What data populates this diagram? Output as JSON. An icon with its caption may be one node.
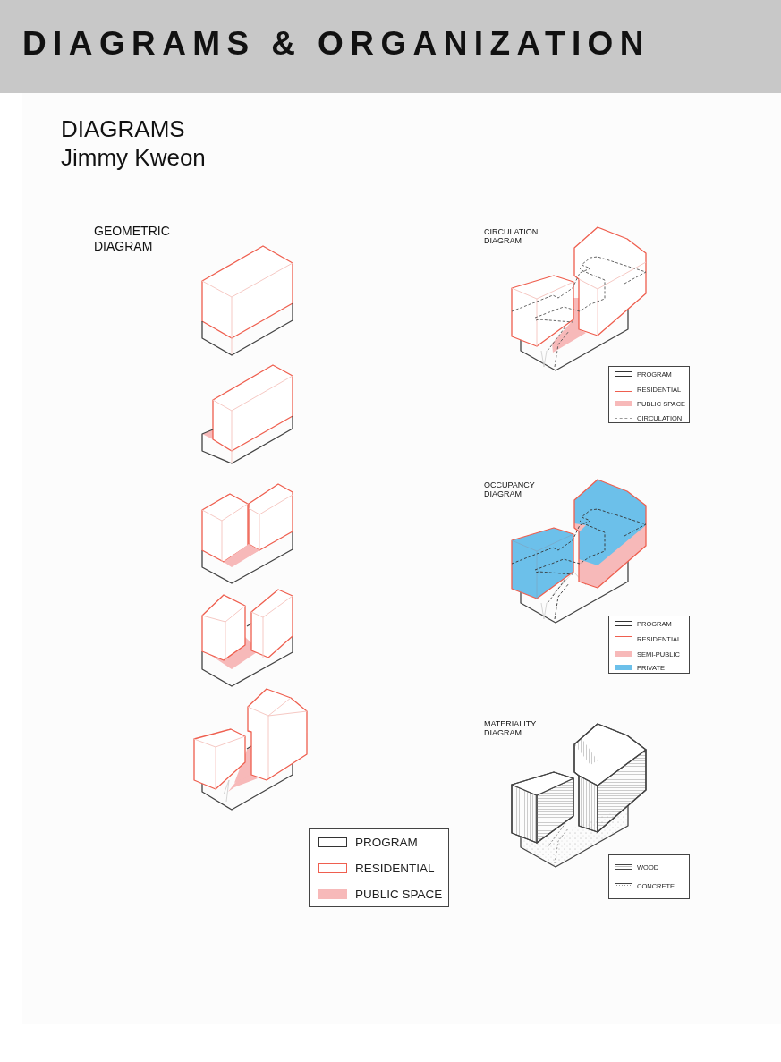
{
  "diagram": {
    "title": "DIAGRAMS & ORGANIZATION",
    "labels": [
      "DIAGRAMS",
      "Jimmy Kweon",
      "GEOMETRIC DIAGRAM",
      "CIRCULATION DIAGRAM",
      "OCCUPANCY DIAGRAM",
      "MATERIALITY DIAGRAM"
    ],
    "legend": [
      {
        "text": "PROGRAM"
      },
      {
        "text": "RESIDENTIAL"
      },
      {
        "text": "PUBLIC SPACE",
        "color": "#f7b9b9"
      },
      {
        "text": "PROGRAM"
      },
      {
        "text": "RESIDENTIAL"
      },
      {
        "text": "PUBLIC SPACE",
        "color": "#f7b9b9"
      },
      {
        "text": "CIRCULATION"
      },
      {
        "text": "PROGRAM"
      },
      {
        "text": "RESIDENTIAL"
      },
      {
        "text": "SEMI-PUBLIC",
        "color": "#f7b9b9"
      },
      {
        "text": "PRIVATE",
        "color": "#6cc0ea"
      },
      {
        "text": "WOOD"
      },
      {
        "text": "CONCRETE"
      }
    ]
  }
}
